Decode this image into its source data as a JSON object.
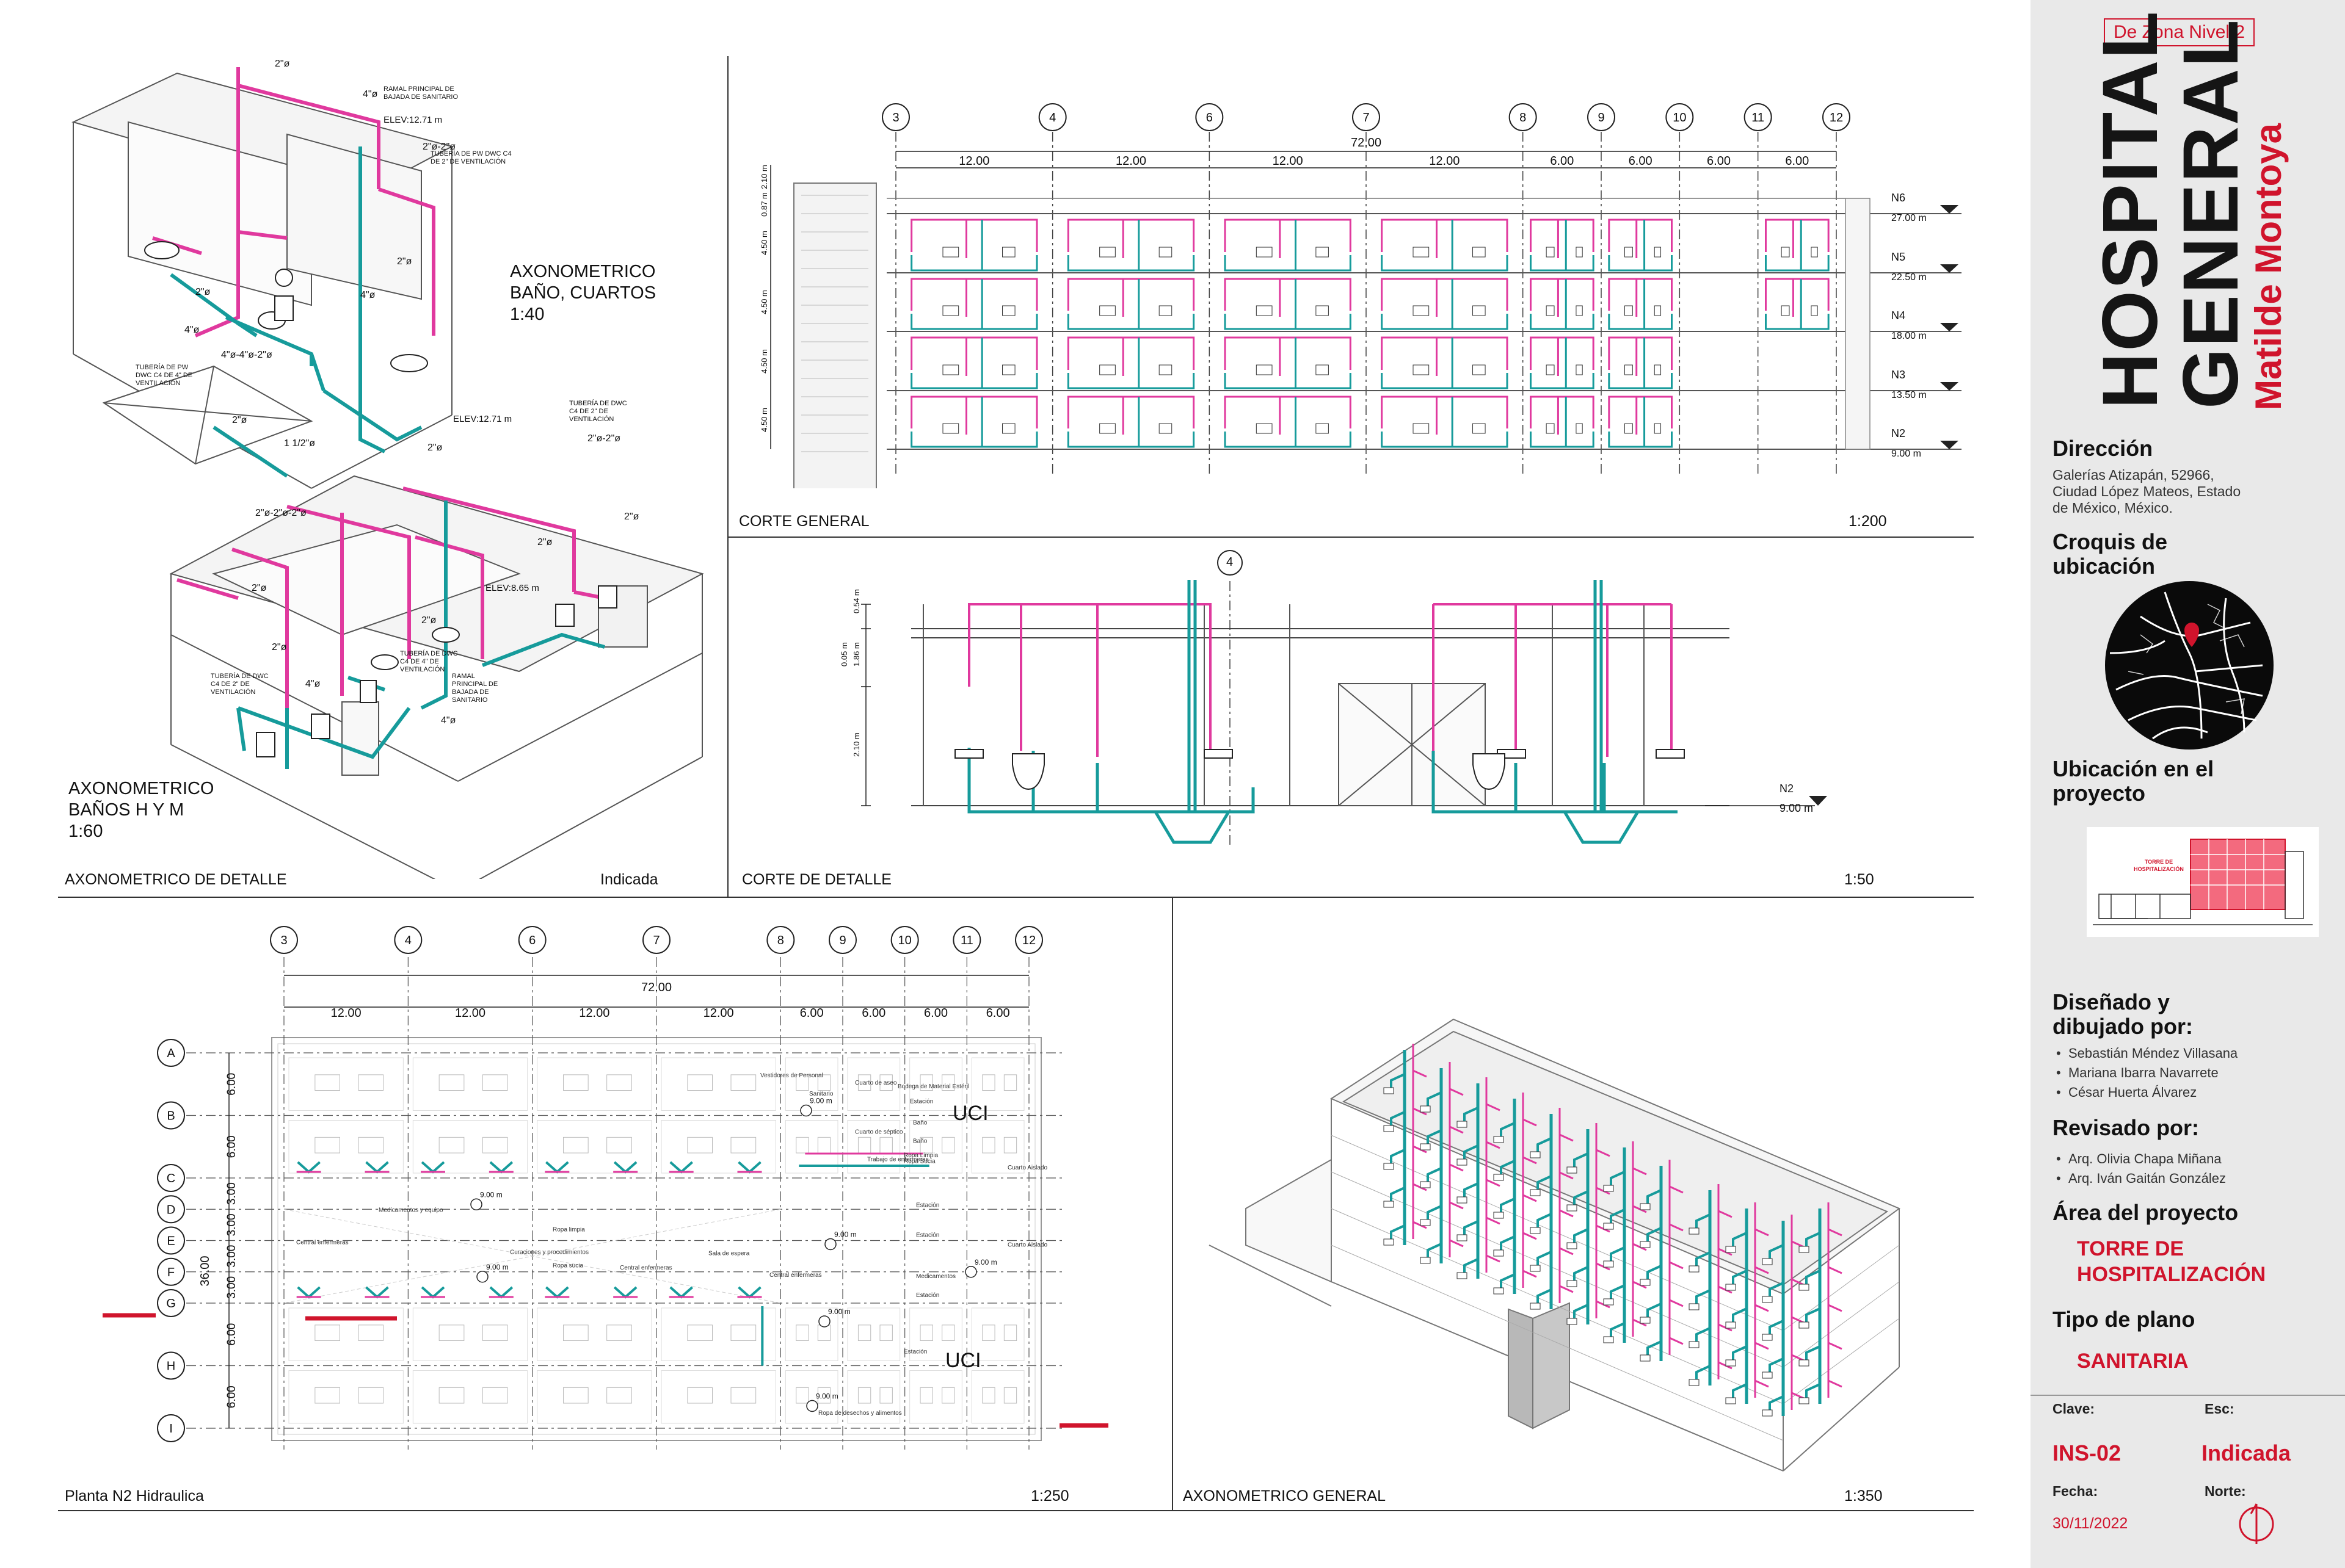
{
  "colors": {
    "accent": "#d0142c",
    "pink": "#e0399e",
    "teal": "#169b9b",
    "line": "#222222",
    "sidebar_bg": "#e9e9e9"
  },
  "panels": {
    "axo_detalle": {
      "title": "AXONOMETRICO DE DETALLE",
      "scale": "Indicada"
    },
    "corte_general": {
      "title": "CORTE GENERAL",
      "scale": "1:200"
    },
    "corte_detalle": {
      "title": "CORTE DE DETALLE",
      "scale": "1:50"
    },
    "planta": {
      "title": "Planta N2 Hidraulica",
      "scale": "1:250"
    },
    "axo_general": {
      "title": "AXONOMETRICO GENERAL",
      "scale": "1:350"
    }
  },
  "axo_labels": {
    "cuartos_title": "AXONOMETRICO\nBAÑO, CUARTOS\n1:40",
    "banos_title": "AXONOMETRICO\nBAÑOS H Y M\n1:60",
    "elev1": "ELEV:12.71 m",
    "elev2": "ELEV:12.71 m",
    "elev3": "ELEV:8.65 m",
    "ramal": "RAMAL PRINCIPAL DE\nBAJADA DE SANITARIO",
    "tuberia1": "TUBERÍA DE PW DWC C4\nDE 2\" DE VENTILACIÓN",
    "tuberia2": "TUBERÍA DE PW\nDWC C4 DE 4\" DE\nVENTILACIÓN",
    "tuberia3": "TUBERÍA DE DWC\nC4 DE 2\" DE\nVENTILACIÓN",
    "tuberia4": "TUBERÍA DE DWC\nC4 DE 2\" DE\nVENTILACIÓN",
    "tuberia5": "TUBERÍA DE DWC\nC4 DE 4\" DE\nVENTILACIÓN",
    "ramal2": "RAMAL\nPRINCIPAL DE\nBAJADA DE\nSANITARIO",
    "d2a": "2\"ø",
    "d4": "4\"ø",
    "d22": "2\"ø-2\"ø",
    "d2b": "2\"ø",
    "d2c": "2\"ø",
    "d4b": "4\"ø",
    "d4c": "4\"ø-4\"ø-2\"ø",
    "d112": "1 1/2\"ø",
    "d2d": "2\"ø",
    "d2e": "2\"ø",
    "d222": "2\"ø-2\"ø-2\"ø",
    "d2f": "2\"ø",
    "d2g": "2\"ø",
    "d2h": "2\"ø",
    "d4d": "4\"ø",
    "d4e": "4\"ø",
    "d2i": "2\"ø",
    "d2j": "2\"ø",
    "d22b": "2\"ø-2\"ø"
  },
  "corte_general": {
    "axes": [
      "3",
      "4",
      "6",
      "7",
      "8",
      "9",
      "10",
      "11",
      "12"
    ],
    "spans": [
      "12.00",
      "12.00",
      "12.00",
      "12.00",
      "6.00",
      "6.00",
      "6.00",
      "6.00"
    ],
    "total": "72.00",
    "levels": [
      {
        "name": "N6",
        "elev": "27.00 m"
      },
      {
        "name": "N5",
        "elev": "22.50 m"
      },
      {
        "name": "N4",
        "elev": "18.00 m"
      },
      {
        "name": "N3",
        "elev": "13.50 m"
      },
      {
        "name": "N2",
        "elev": "9.00 m"
      }
    ],
    "side_dims": [
      "2.10 m",
      "0.87 m",
      "4.50 m",
      "4.50 m",
      "4.50 m",
      "4.50 m"
    ]
  },
  "corte_detalle": {
    "axis": "4",
    "level_name": "N2",
    "level_elev": "9.00 m",
    "dims": [
      "0.54 m",
      "0.05 m",
      "1.86 m",
      "2.10 m"
    ]
  },
  "planta": {
    "axes": [
      "3",
      "4",
      "6",
      "7",
      "8",
      "9",
      "10",
      "11",
      "12"
    ],
    "spans": [
      "12.00",
      "12.00",
      "12.00",
      "12.00",
      "6.00",
      "6.00",
      "6.00",
      "6.00"
    ],
    "total": "72.00",
    "rows": [
      "A",
      "B",
      "C",
      "D",
      "E",
      "F",
      "G",
      "H",
      "I"
    ],
    "row_dims": [
      "6.00",
      "6.00",
      "3.00",
      "3.00",
      "3.00",
      "3.00",
      "6.00",
      "6.00"
    ],
    "row_total": "36.00",
    "uci1": "UCI",
    "uci2": "UCI",
    "elevs": [
      "9.00 m",
      "9.00 m",
      "9.00 m",
      "9.00 m",
      "9.00 m",
      "9.00 m",
      "9.00 m"
    ],
    "rooms": [
      "Vestidores de Personal",
      "Sanitario",
      "Cuarto de aseo",
      "Bodega de Material Estéril",
      "Estación",
      "Cuarto de séptico",
      "Baño",
      "Baño",
      "Trabajo de enfermeras",
      "Ropa Sucia",
      "Ropa Limpia",
      "Estación",
      "Medicamentos y equipo",
      "Central enfermeras",
      "Central enfermeras",
      "Central enfermeras",
      "Ropa limpia",
      "Ropa sucia",
      "Curaciones y procedimientos",
      "Sala de espera",
      "Estación",
      "Medicamentos",
      "Estación",
      "Cuarto Aislado",
      "Estación",
      "Ropa de desechos y alimentos",
      "Cuarto Aislado"
    ]
  },
  "sidebar": {
    "zona": "De Zona Nivel 2",
    "title1": "HOSPITAL",
    "title2": "GENERAL",
    "author": "Matilde Montoya",
    "direccion_h": "Dirección",
    "direccion": "Galerías Atizapán, 52966,\nCiudad López Mateos, Estado\nde México, México.",
    "croquis_h": "Croquis de\nubicación",
    "ubicacion_h": "Ubicación en el\nproyecto",
    "torre_mini": "TORRE DE\nHOSPITALIZACIÓN",
    "disenado_h": "Diseñado y\ndibujado por:",
    "disenado": [
      "Sebastián Méndez Villasana",
      "Mariana Ibarra Navarrete",
      "César Huerta Álvarez"
    ],
    "revisado_h": "Revisado por:",
    "revisado": [
      "Arq. Olivia Chapa Miñana",
      "Arq. Iván Gaitán González"
    ],
    "area_h": "Área del proyecto",
    "area": "TORRE DE\nHOSPITALIZACIÓN",
    "tipo_h": "Tipo de plano",
    "tipo": "SANITARIA",
    "clave_h": "Clave:",
    "clave": "INS-02",
    "esc_h": "Esc:",
    "esc": "Indicada",
    "fecha_h": "Fecha:",
    "fecha": "30/11/2022",
    "norte_h": "Norte:"
  }
}
